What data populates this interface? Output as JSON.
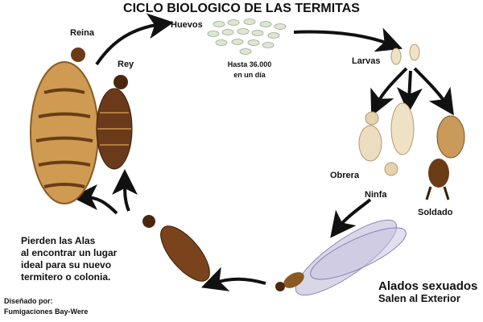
{
  "title": "CICLO BIOLOGICO DE LAS TERMITAS",
  "stages": {
    "huevos": "Huevos",
    "huevos_note_1": "Hasta 36.000",
    "huevos_note_2": "en un día",
    "larvas": "Larvas",
    "obrera": "Obrera",
    "ninfa": "Ninfa",
    "soldado": "Soldado",
    "alados_1": "Alados sexuados",
    "alados_2": "Salen al Exterior",
    "reina": "Reina",
    "rey": "Rey"
  },
  "note": [
    "Pierden las Alas",
    "al encontrar un lugar",
    "ideal para su nuevo",
    "termitero o colonia."
  ],
  "credit": [
    "Diseñado por:",
    "Fumigaciones Bay-Were"
  ],
  "colors": {
    "arrow": "#111111",
    "egg": "#d9e4cf",
    "queen": "#c9944a",
    "king": "#6b3a1a",
    "wing": "#b9b4d6"
  }
}
